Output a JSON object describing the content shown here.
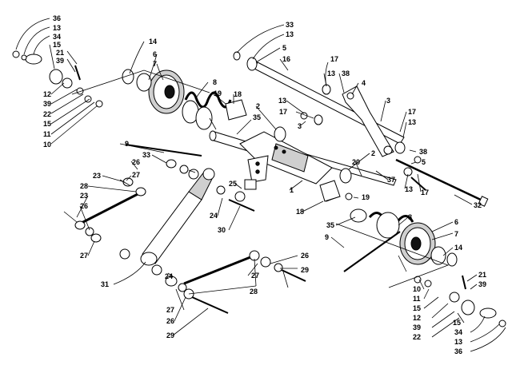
{
  "diagram": {
    "callouts": [
      {
        "id": "c-36a",
        "text": "36"
      },
      {
        "id": "c-13a",
        "text": "13"
      },
      {
        "id": "c-34a",
        "text": "34"
      },
      {
        "id": "c-15a",
        "text": "15"
      },
      {
        "id": "c-21a",
        "text": "21"
      },
      {
        "id": "c-39a",
        "text": "39"
      },
      {
        "id": "c-12a",
        "text": "12"
      },
      {
        "id": "c-39b",
        "text": "39"
      },
      {
        "id": "c-22a",
        "text": "22"
      },
      {
        "id": "c-15b",
        "text": "15"
      },
      {
        "id": "c-11a",
        "text": "11"
      },
      {
        "id": "c-10a",
        "text": "10"
      },
      {
        "id": "c-14a",
        "text": "14"
      },
      {
        "id": "c-6a",
        "text": "6"
      },
      {
        "id": "c-7a",
        "text": "7"
      },
      {
        "id": "c-8a",
        "text": "8"
      },
      {
        "id": "c-19a",
        "text": "19"
      },
      {
        "id": "c-18a",
        "text": "18"
      },
      {
        "id": "c-2a",
        "text": "2"
      },
      {
        "id": "c-35a",
        "text": "35"
      },
      {
        "id": "c-9a",
        "text": "9"
      },
      {
        "id": "c-33a",
        "text": "33"
      },
      {
        "id": "c-26a",
        "text": "26"
      },
      {
        "id": "c-27a",
        "text": "27"
      },
      {
        "id": "c-23a",
        "text": "23"
      },
      {
        "id": "c-28a",
        "text": "28"
      },
      {
        "id": "c-23b",
        "text": "23"
      },
      {
        "id": "c-26b",
        "text": "26"
      },
      {
        "id": "c-27b",
        "text": "27"
      },
      {
        "id": "c-25a",
        "text": "25"
      },
      {
        "id": "c-24a",
        "text": "24"
      },
      {
        "id": "c-30a",
        "text": "30"
      },
      {
        "id": "c-31a",
        "text": "31"
      },
      {
        "id": "c-24b",
        "text": "24"
      },
      {
        "id": "c-27c",
        "text": "27"
      },
      {
        "id": "c-26c",
        "text": "26"
      },
      {
        "id": "c-29a",
        "text": "29"
      },
      {
        "id": "c-28b",
        "text": "28"
      },
      {
        "id": "c-27d",
        "text": "27"
      },
      {
        "id": "c-26d",
        "text": "26"
      },
      {
        "id": "c-29b",
        "text": "29"
      },
      {
        "id": "c-33b",
        "text": "33"
      },
      {
        "id": "c-13b",
        "text": "13"
      },
      {
        "id": "c-5a",
        "text": "5"
      },
      {
        "id": "c-16a",
        "text": "16"
      },
      {
        "id": "c-17a",
        "text": "17"
      },
      {
        "id": "c-13c",
        "text": "13"
      },
      {
        "id": "c-38a",
        "text": "38"
      },
      {
        "id": "c-4a",
        "text": "4"
      },
      {
        "id": "c-13d",
        "text": "13"
      },
      {
        "id": "c-17b",
        "text": "17"
      },
      {
        "id": "c-3a",
        "text": "3"
      },
      {
        "id": "c-3b",
        "text": "3"
      },
      {
        "id": "c-17c",
        "text": "17"
      },
      {
        "id": "c-13e",
        "text": "13"
      },
      {
        "id": "c-38b",
        "text": "38"
      },
      {
        "id": "c-5b",
        "text": "5"
      },
      {
        "id": "c-2b",
        "text": "2"
      },
      {
        "id": "c-20a",
        "text": "20"
      },
      {
        "id": "c-37a",
        "text": "37"
      },
      {
        "id": "c-13f",
        "text": "13"
      },
      {
        "id": "c-17d",
        "text": "17"
      },
      {
        "id": "c-32a",
        "text": "32"
      },
      {
        "id": "c-1a",
        "text": "1"
      },
      {
        "id": "c-19b",
        "text": "19"
      },
      {
        "id": "c-18b",
        "text": "18"
      },
      {
        "id": "c-35b",
        "text": "35"
      },
      {
        "id": "c-8b",
        "text": "8"
      },
      {
        "id": "c-6b",
        "text": "6"
      },
      {
        "id": "c-9b",
        "text": "9"
      },
      {
        "id": "c-7b",
        "text": "7"
      },
      {
        "id": "c-14b",
        "text": "14"
      },
      {
        "id": "c-10b",
        "text": "10"
      },
      {
        "id": "c-11b",
        "text": "11"
      },
      {
        "id": "c-15c",
        "text": "15"
      },
      {
        "id": "c-12b",
        "text": "12"
      },
      {
        "id": "c-39c",
        "text": "39"
      },
      {
        "id": "c-22b",
        "text": "22"
      },
      {
        "id": "c-21b",
        "text": "21"
      },
      {
        "id": "c-39d",
        "text": "39"
      },
      {
        "id": "c-15d",
        "text": "15"
      },
      {
        "id": "c-34b",
        "text": "34"
      },
      {
        "id": "c-13g",
        "text": "13"
      },
      {
        "id": "c-36b",
        "text": "36"
      }
    ]
  }
}
